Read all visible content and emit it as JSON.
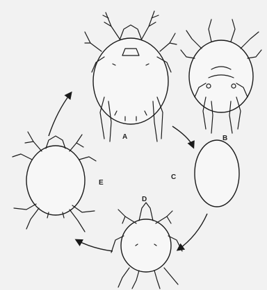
{
  "labels": {
    "a": "A",
    "b": "B",
    "c": "C",
    "d": "D",
    "e": "E"
  },
  "colors": {
    "ink": "#1a1a1a",
    "paper": "#f2f2f2"
  }
}
